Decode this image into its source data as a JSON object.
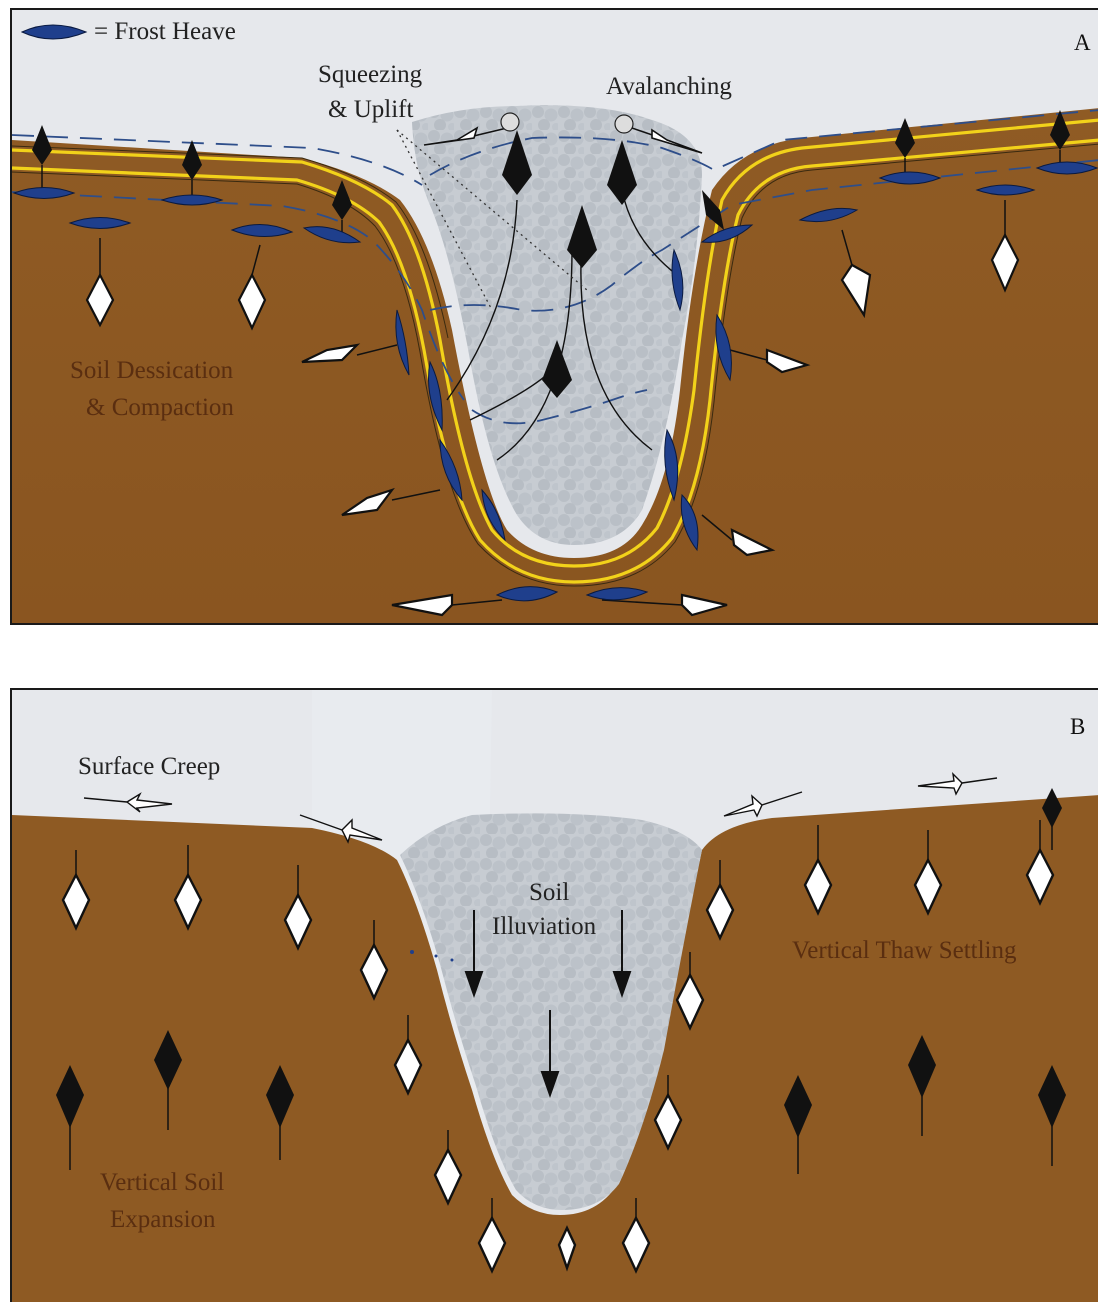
{
  "legend": {
    "symbol_icon": "blue-lens-icon",
    "label": "= Frost Heave"
  },
  "panel_a": {
    "letter": "A",
    "label_squeezing_1": "Squeezing",
    "label_squeezing_2": "& Uplift",
    "label_avalanching": "Avalanching",
    "label_dessication_1": "Soil Dessication",
    "label_dessication_2": "& Compaction"
  },
  "panel_b": {
    "letter": "B",
    "label_surface_creep": "Surface Creep",
    "label_illuviation_1": "Soil",
    "label_illuviation_2": "Illuviation",
    "label_thaw": "Vertical Thaw Settling",
    "label_expansion_1": "Vertical Soil",
    "label_expansion_2": "Expansion"
  },
  "colors": {
    "soil": "#8e5a23",
    "soil_dark": "#7a4a1a",
    "sky": "#e6e8ec",
    "wedge_fill": "#c9ced4",
    "frost_lens": "#1f3f8c",
    "yellow_band": "#f2d21a",
    "dashed_line": "#2e4e8a"
  }
}
